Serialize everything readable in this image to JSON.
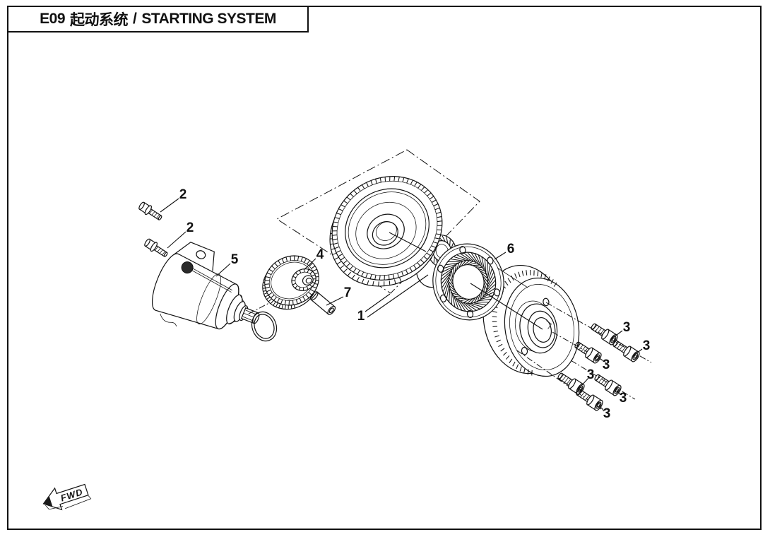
{
  "title": {
    "code": "E09",
    "zh": "起动系统",
    "sep": "/",
    "en": "STARTING SYSTEM"
  },
  "direction_marker": {
    "label": "FWD"
  },
  "callouts": {
    "c2a": "2",
    "c2b": "2",
    "c5": "5",
    "c4": "4",
    "c7": "7",
    "c1": "1",
    "c6": "6",
    "c3a": "3",
    "c3b": "3",
    "c3c": "3",
    "c3d": "3",
    "c3e": "3",
    "c3f": "3"
  },
  "colors": {
    "line": "#111111",
    "background": "#ffffff"
  }
}
